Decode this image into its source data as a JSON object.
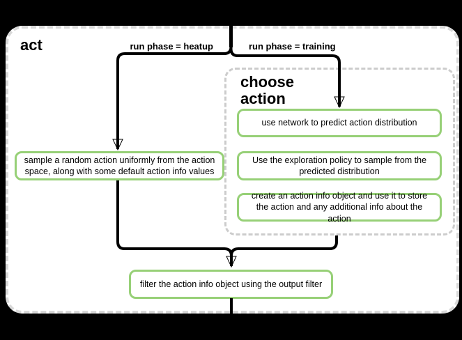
{
  "diagram": {
    "panel_title": "act",
    "group_title": "choose action",
    "edge_labels": {
      "heatup": "run phase = heatup",
      "training": "run phase = training"
    },
    "nodes": {
      "sample_random_action": "sample a random action uniformly from the action space, along with some default action info values",
      "use_network": "use network to predict action distribution",
      "exploration_policy": "Use the exploration policy to sample from the predicted distribution",
      "create_action_info": "create an action info object and use it to store the action and any additional info about the action",
      "filter_output": "filter the action info object using the output filter"
    },
    "colors": {
      "background": "#000000",
      "panel_fill": "#ffffff",
      "panel_dash": "#d9d9d9",
      "group_dash": "#cccccc",
      "node_border": "#97d077",
      "edge": "#000000",
      "text": "#000000"
    }
  }
}
